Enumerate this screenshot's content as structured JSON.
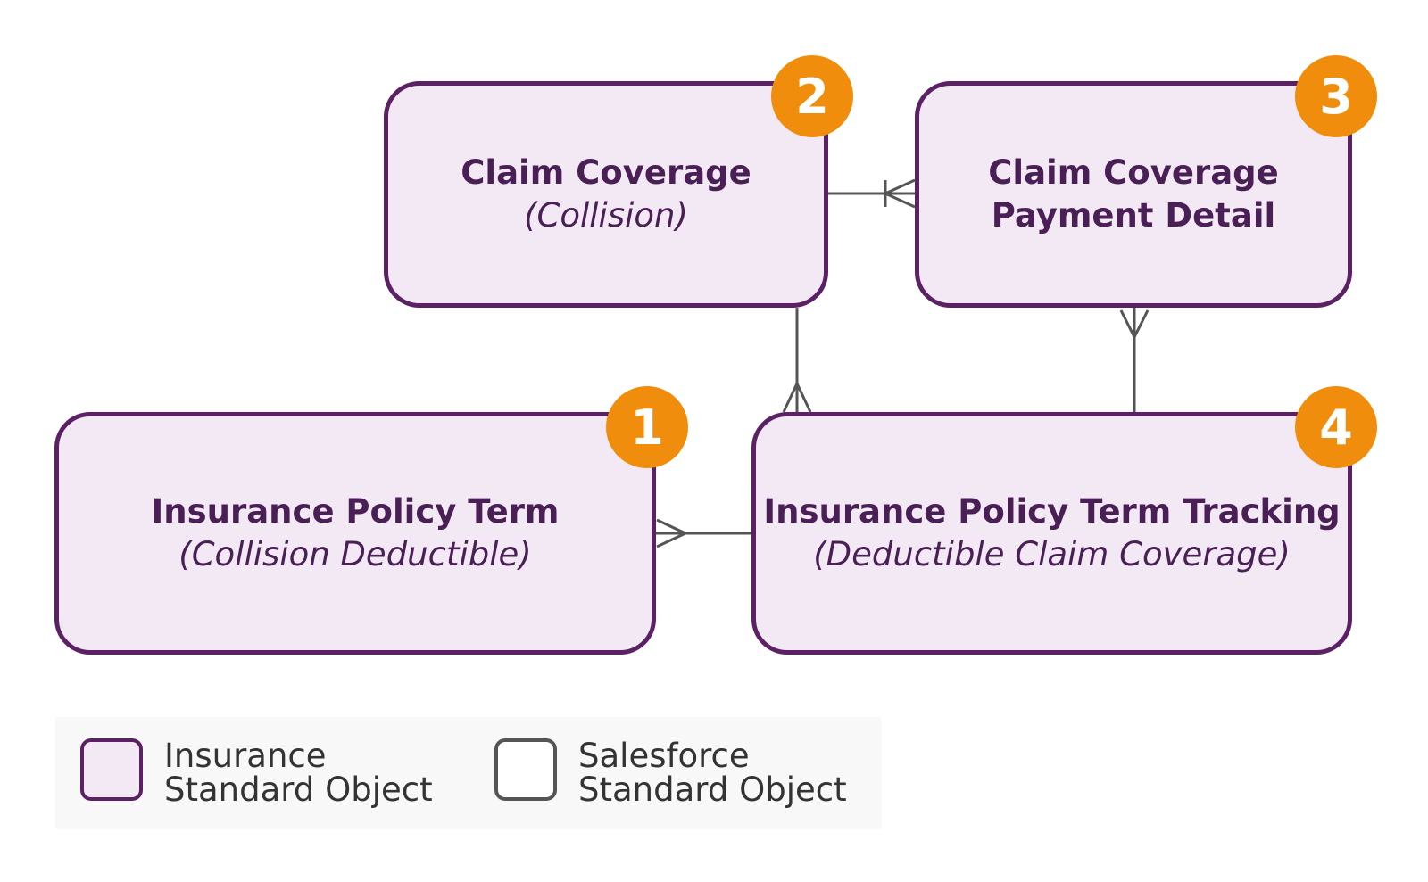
{
  "colors": {
    "insurance_border": "#5b2164",
    "insurance_fill": "#f2e9f4",
    "salesforce_border": "#555555",
    "salesforce_fill": "#ffffff",
    "badge": "#f18d0c",
    "connector": "#555555"
  },
  "objects": [
    {
      "number": "1",
      "title": "Insurance Policy Term",
      "subtitle": "(Collision Deductible)"
    },
    {
      "number": "2",
      "title": "Claim Coverage",
      "subtitle": "(Collision)"
    },
    {
      "number": "3",
      "title": "Claim Coverage\nPayment Detail",
      "subtitle": ""
    },
    {
      "number": "4",
      "title": "Insurance Policy Term Tracking",
      "subtitle": "(Deductible Claim Coverage)"
    }
  ],
  "legend": {
    "insurance_label": "Insurance\nStandard Object",
    "salesforce_label": "Salesforce\nStandard Object"
  }
}
